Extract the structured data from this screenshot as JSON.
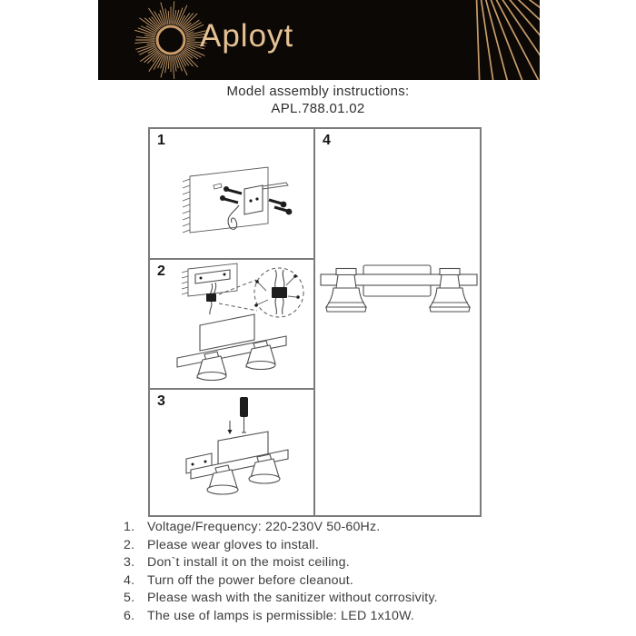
{
  "brand": {
    "name": "Aployt",
    "banner_bg": "#0b0806",
    "accent_gold": "#c89c6a",
    "text_gold": "#e6c193"
  },
  "title": {
    "line1": "Model assembly instructions:",
    "line2": "APL.788.01.02"
  },
  "steps": [
    {
      "num": "1",
      "drawing": "wall-anchor-drilling-drawing"
    },
    {
      "num": "2",
      "drawing": "wire-connection-drawing"
    },
    {
      "num": "3",
      "drawing": "screwdriver-fixing-drawing"
    },
    {
      "num": "4",
      "drawing": "assembled-fixture-front-view-drawing"
    }
  ],
  "notes": {
    "items": [
      {
        "num": "1.",
        "text": "Voltage/Frequency: 220-230V 50-60Hz."
      },
      {
        "num": "2.",
        "text": "Please wear gloves to install."
      },
      {
        "num": "3.",
        "text": "Don`t install it on the moist ceiling."
      },
      {
        "num": "4.",
        "text": "Turn off the power before cleanout."
      },
      {
        "num": "5.",
        "text": "Please wash with the sanitizer without corrosivity."
      },
      {
        "num": "6.",
        "text": "The use of lamps is permissible: LED 1x10W."
      }
    ]
  }
}
